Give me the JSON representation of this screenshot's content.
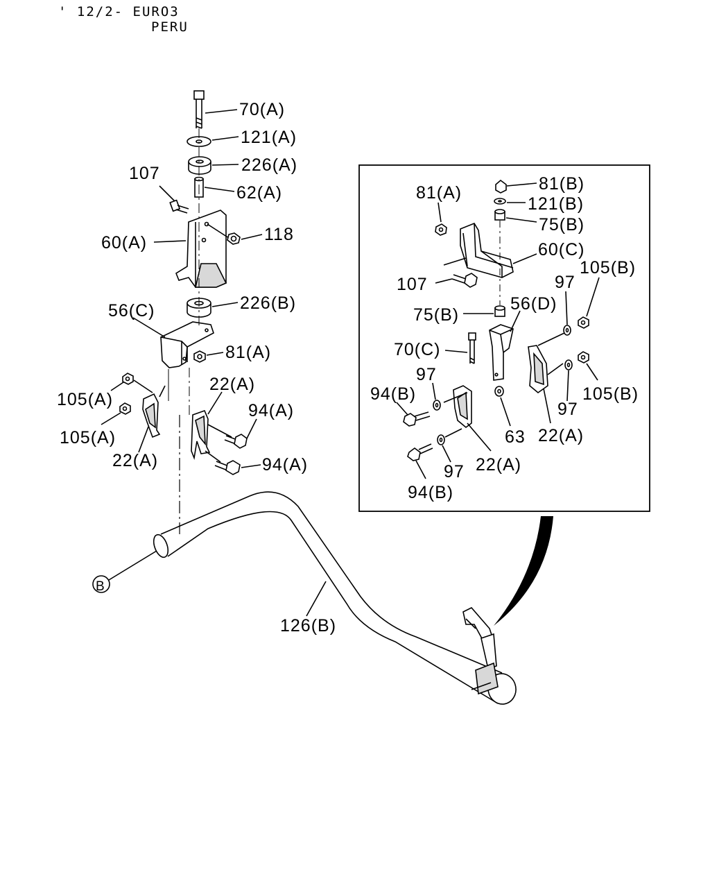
{
  "header": {
    "line1": "' 12/2- EURO3",
    "line2": "PERU"
  },
  "labels": {
    "l70a": "70(A)",
    "l121a": "121(A)",
    "l226a": "226(A)",
    "l107a": "107",
    "l62a": "62(A)",
    "l118": "118",
    "l60a": "60(A)",
    "l56c": "56(C)",
    "l226b": "226(B)",
    "l81a_left": "81(A)",
    "l105a1": "105(A)",
    "l105a2": "105(A)",
    "l22a_left": "22(A)",
    "l22a_mid": "22(A)",
    "l94a1": "94(A)",
    "l94a2": "94(A)",
    "l126b": "126(B)",
    "lB": "B",
    "i81a": "81(A)",
    "i81b": "81(B)",
    "i121b": "121(B)",
    "i75b_top": "75(B)",
    "i60c": "60(C)",
    "i107": "107",
    "i97_top": "97",
    "i105b_top": "105(B)",
    "i75b_mid": "75(B)",
    "i56d": "56(D)",
    "i70c": "70(C)",
    "i97_mid": "97",
    "i94b_top": "94(B)",
    "i63": "63",
    "i22a_right": "22(A)",
    "i97_right": "97",
    "i105b_right": "105(B)",
    "i22a_bot": "22(A)",
    "i97_bot": "97",
    "i94b_bot": "94(B)"
  }
}
